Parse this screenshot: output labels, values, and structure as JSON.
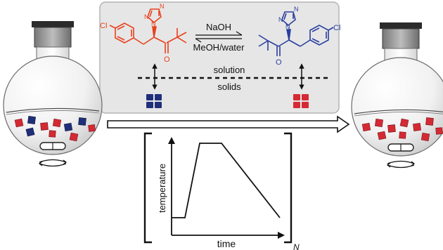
{
  "reaction": {
    "reagent": "NaOH",
    "conditions": "MeOH/water",
    "phase_top": "solution",
    "phase_bottom": "solids"
  },
  "left_molecule": {
    "chloro": "Cl",
    "ketone_o": "O",
    "n1": "N",
    "n2": "N",
    "n3": "N",
    "color": "#e8401c"
  },
  "right_molecule": {
    "chloro": "Cl",
    "ketone_o": "O",
    "n1": "N",
    "n2": "N",
    "n3": "N",
    "color": "#2a3f9e"
  },
  "temperature_profile": {
    "xlabel": "time",
    "ylabel": "temperature",
    "repeat_label": "N"
  },
  "colors": {
    "red_crystal": "#d42a34",
    "blue_crystal": "#1f2f7a",
    "panel_fill": "#e6e6e6",
    "panel_border": "#b3b3b3",
    "flask_cap": "#2b2b2b"
  }
}
